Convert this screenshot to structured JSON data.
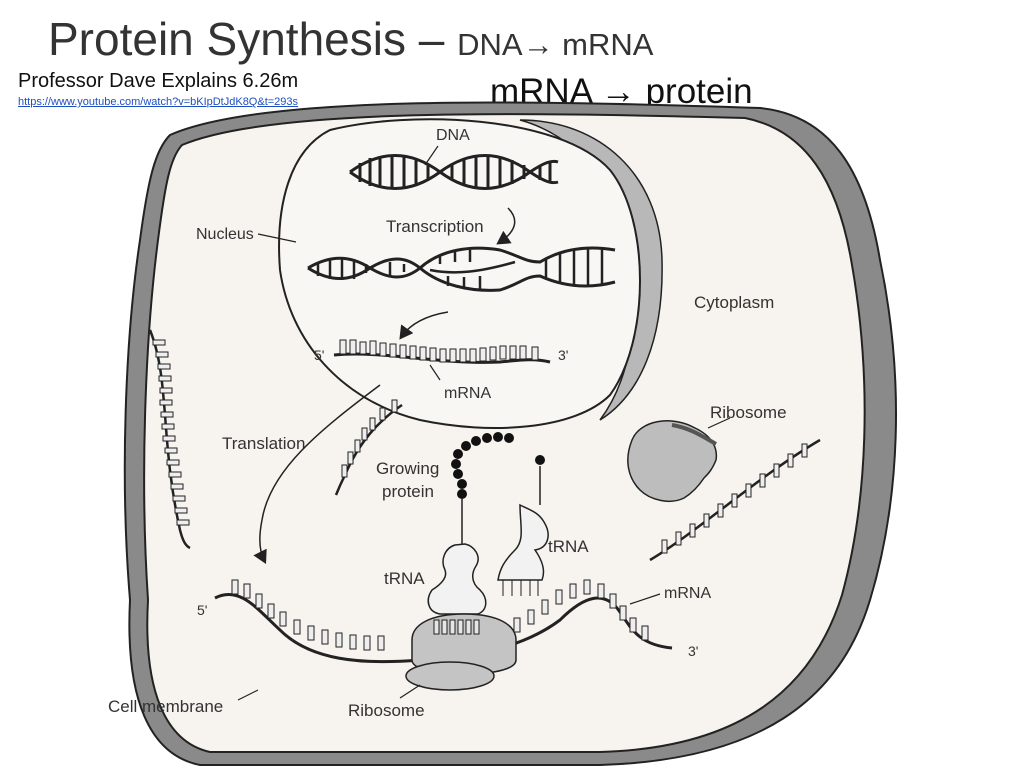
{
  "slide": {
    "title": {
      "main": "Protein Synthesis – ",
      "step1_from": "DNA",
      "arrow": "→",
      "step1_to": " mRNA",
      "step2_from": "mRNA ",
      "step2_to": " protein"
    },
    "subtitle": "Professor Dave Explains 6.26m",
    "source_link": "https://www.youtube.com/watch?v=bKIpDtJdK8Q&t=293s"
  },
  "diagram": {
    "labels": {
      "dna": "DNA",
      "transcription": "Transcription",
      "nucleus": "Nucleus",
      "cytoplasm": "Cytoplasm",
      "mrna_nucleus": "mRNA",
      "five_prime_top": "5'",
      "three_prime_top": "3'",
      "translation": "Translation",
      "ribosome_free": "Ribosome",
      "growing_protein_1": "Growing",
      "growing_protein_2": "protein",
      "trna_left": "tRNA",
      "trna_right": "tRNA",
      "mrna_bottom": "mRNA",
      "five_prime_bottom": "5'",
      "three_prime_bottom": "3'",
      "cell_membrane": "Cell membrane",
      "ribosome_bottom": "Ribosome"
    },
    "colors": {
      "cell_fill": "#f7f3ee",
      "membrane": "#7f7f7f",
      "outline": "#222222",
      "ribosome": "#bdbdbd",
      "protein_bead": "#111111"
    }
  }
}
